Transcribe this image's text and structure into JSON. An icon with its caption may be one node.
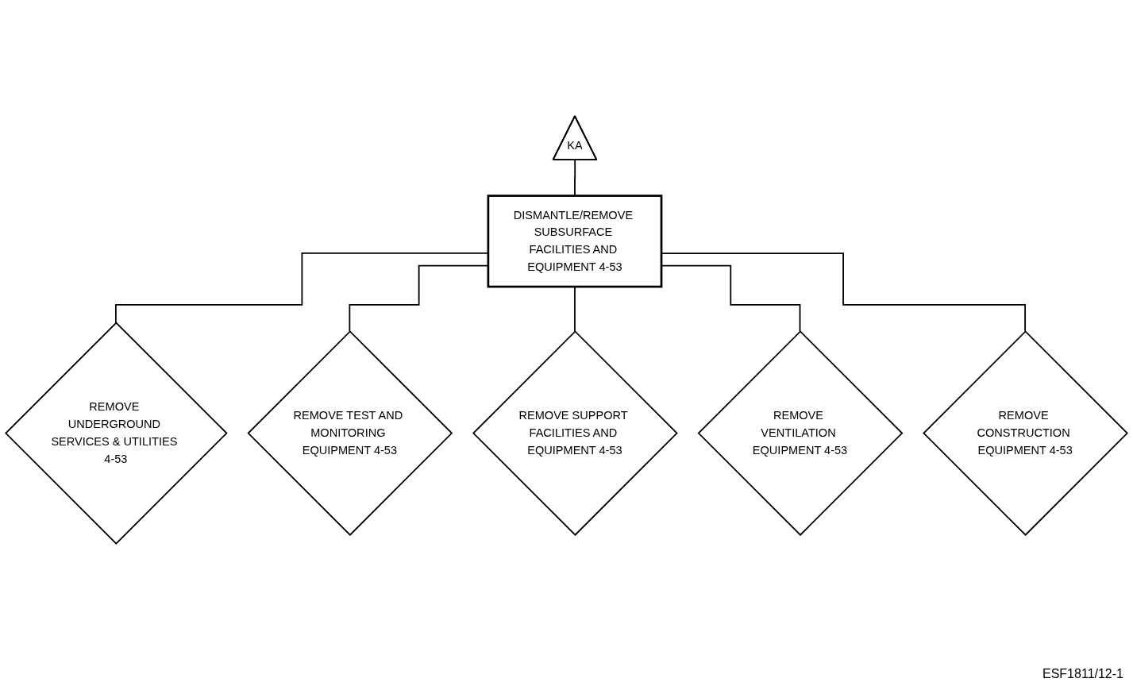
{
  "diagram": {
    "nodes": [
      {
        "text": [
          "KA"
        ]
      },
      {
        "text": [
          "DISMANTLE/REMOVE SUBSURFACE FACILITIES AND EQUIPMENT 4-53"
        ]
      },
      {
        "text": [
          "REMOVE UNDERGROUND SERVICES & UTILITIES 4-53"
        ]
      },
      {
        "text": [
          "REMOVE TEST AND MONITORING EQUIPMENT 4-53"
        ]
      },
      {
        "text": [
          "REMOVE SUPPORT FACILITIES AND EQUIPMENT 4-53"
        ]
      },
      {
        "text": [
          "REMOVE VENTILATION EQUIPMENT 4-53"
        ]
      },
      {
        "text": [
          "REMOVE CONSTRUCTION EQUIPMENT 4-53"
        ]
      }
    ],
    "edges": [
      {
        "from": 0,
        "to": 1,
        "arrow": "none"
      },
      {
        "from": 1,
        "to": 2,
        "arrow": "none"
      },
      {
        "from": 1,
        "to": 3,
        "arrow": "none"
      },
      {
        "from": 1,
        "to": 4,
        "arrow": "none"
      },
      {
        "from": 1,
        "to": 5,
        "arrow": "none"
      },
      {
        "from": 1,
        "to": 6,
        "arrow": "none"
      }
    ],
    "labels": [
      "ESF1811/12-1"
    ]
  }
}
